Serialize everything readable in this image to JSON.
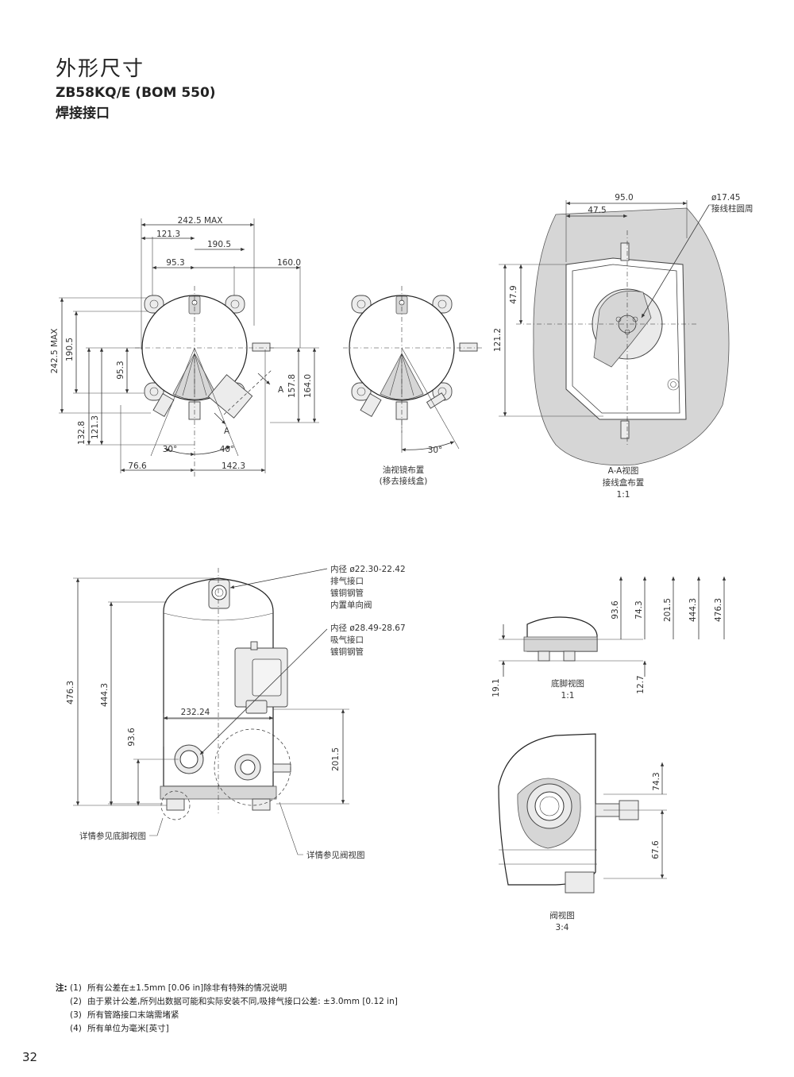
{
  "header": {
    "title": "外形尺寸",
    "model": "ZB58KQ/E (BOM 550)",
    "subtitle": "焊接接口"
  },
  "top_left": {
    "dims": {
      "w_max": "242.5 MAX",
      "d1213": "121.3",
      "d1905": "190.5",
      "d953": "95.3",
      "d1600": "160.0",
      "v_max": "242.5 MAX",
      "v1905": "190.5",
      "v953": "95.3",
      "v1328": "132.8",
      "v1213": "121.3",
      "v1578": "157.8",
      "v1640": "164.0",
      "a30": "30°",
      "a40": "40°",
      "d766": "76.6",
      "d1423": "142.3",
      "secA1": "A",
      "secA2": "A"
    }
  },
  "top_mid": {
    "angle": "30°",
    "caption1": "油视镜布置",
    "caption2": "(移去接线盒)"
  },
  "top_right": {
    "d950": "95.0",
    "d475": "47.5",
    "d479": "47.9",
    "d1212": "121.2",
    "callout1": "ø17.45",
    "callout2": "接线柱圆周",
    "caption1": "A-A视图",
    "caption2": "接线盒布置",
    "caption3": "1:1"
  },
  "side_view": {
    "v4763": "476.3",
    "v4443": "444.3",
    "v936": "93.6",
    "h23224": "232.24",
    "v2015": "201.5",
    "disc_l1": "内径 ø22.30-22.42",
    "disc_l2": "排气接口",
    "disc_l3": "镀铜钢管",
    "disc_l4": "内置单向阀",
    "suct_l1": "内径 ø28.49-28.67",
    "suct_l2": "吸气接口",
    "suct_l3": "镀铜钢管",
    "ref_foot": "详情参见底脚视图",
    "ref_valve": "详情参见阀视图"
  },
  "foot_view": {
    "d936": "93.6",
    "d743": "74.3",
    "d2015": "201.5",
    "d4443": "444.3",
    "d4763": "476.3",
    "d191": "19.1",
    "d127": "12.7",
    "caption1": "底脚视图",
    "caption2": "1:1"
  },
  "valve_view": {
    "d743": "74.3",
    "d676": "67.6",
    "caption1": "阀视图",
    "caption2": "3:4"
  },
  "notes": {
    "label": "注:",
    "items": [
      {
        "n": "(1)",
        "t": "所有公差在±1.5mm [0.06 in]除非有特殊的情况说明"
      },
      {
        "n": "(2)",
        "t": "由于累计公差,所列出数据可能和实际安装不同,吸排气接口公差: ±3.0mm [0.12 in]"
      },
      {
        "n": "(3)",
        "t": "所有管路接口末端需堵紧"
      },
      {
        "n": "(4)",
        "t": "所有单位为毫米[英寸]"
      }
    ]
  },
  "page_number": "32"
}
